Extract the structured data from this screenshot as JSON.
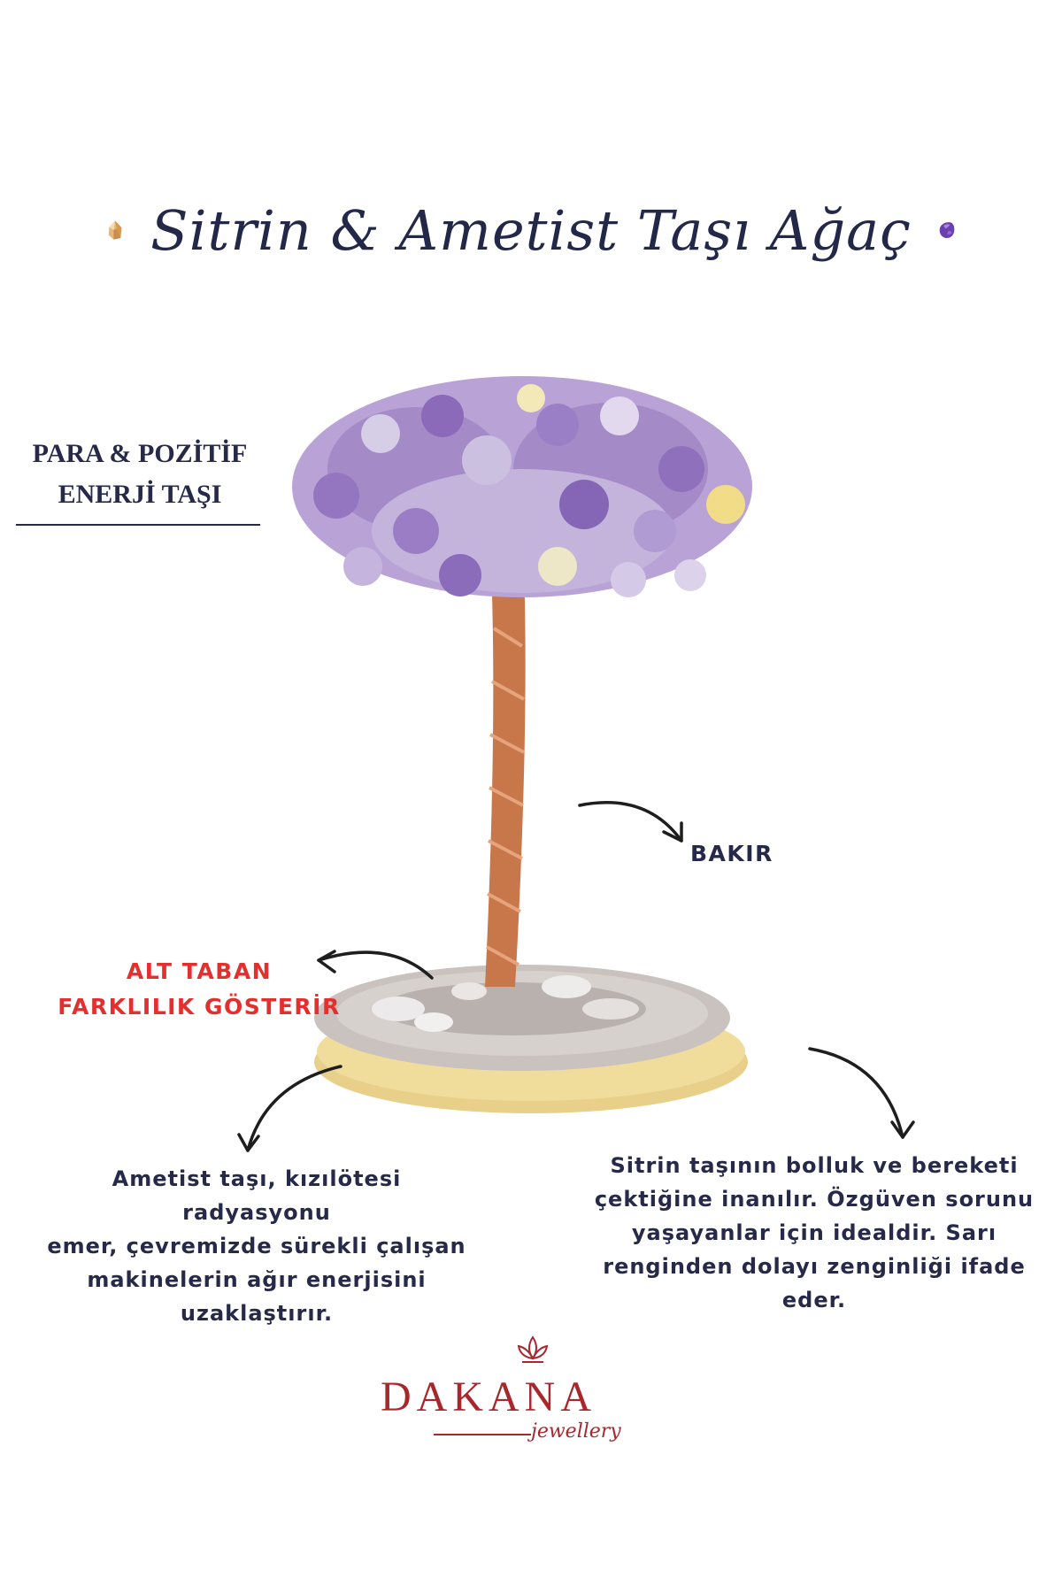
{
  "title": "Sitrin & Ametist Taşı Ağaç",
  "icons": {
    "left_gem": "citrine-crystal-icon",
    "right_gem": "amethyst-stone-icon",
    "logo": "lotus-logo-icon"
  },
  "badge": {
    "line1": "PARA & POZİTİF",
    "line2": "ENERJİ TAŞI"
  },
  "callouts": {
    "bakir": "BAKIR",
    "alt_taban": {
      "line1": "ALT TABAN",
      "line2": "FARKLILIK GÖSTERİR"
    }
  },
  "ametist": {
    "line1": "Ametist taşı, kızılötesi radyasyonu",
    "line2": "emer, çevremizde sürekli çalışan",
    "line3": "makinelerin ağır enerjisini",
    "line4": "uzaklaştırır."
  },
  "sitrin": {
    "line1": "Sitrin taşının bolluk ve bereketi",
    "line2": "çektiğine inanılır. Özgüven sorunu",
    "line3": "yaşayanlar için idealdir. Sarı",
    "line4": "renginden dolayı zenginliği ifade",
    "line5": "eder."
  },
  "brand": {
    "name": "DAKANA",
    "sub": "jewellery"
  },
  "colors": {
    "navy": "#262a48",
    "red": "#e3302f",
    "brand_red": "#a8272c",
    "copper": "#c8774a",
    "amethyst": "#a58ac8"
  }
}
